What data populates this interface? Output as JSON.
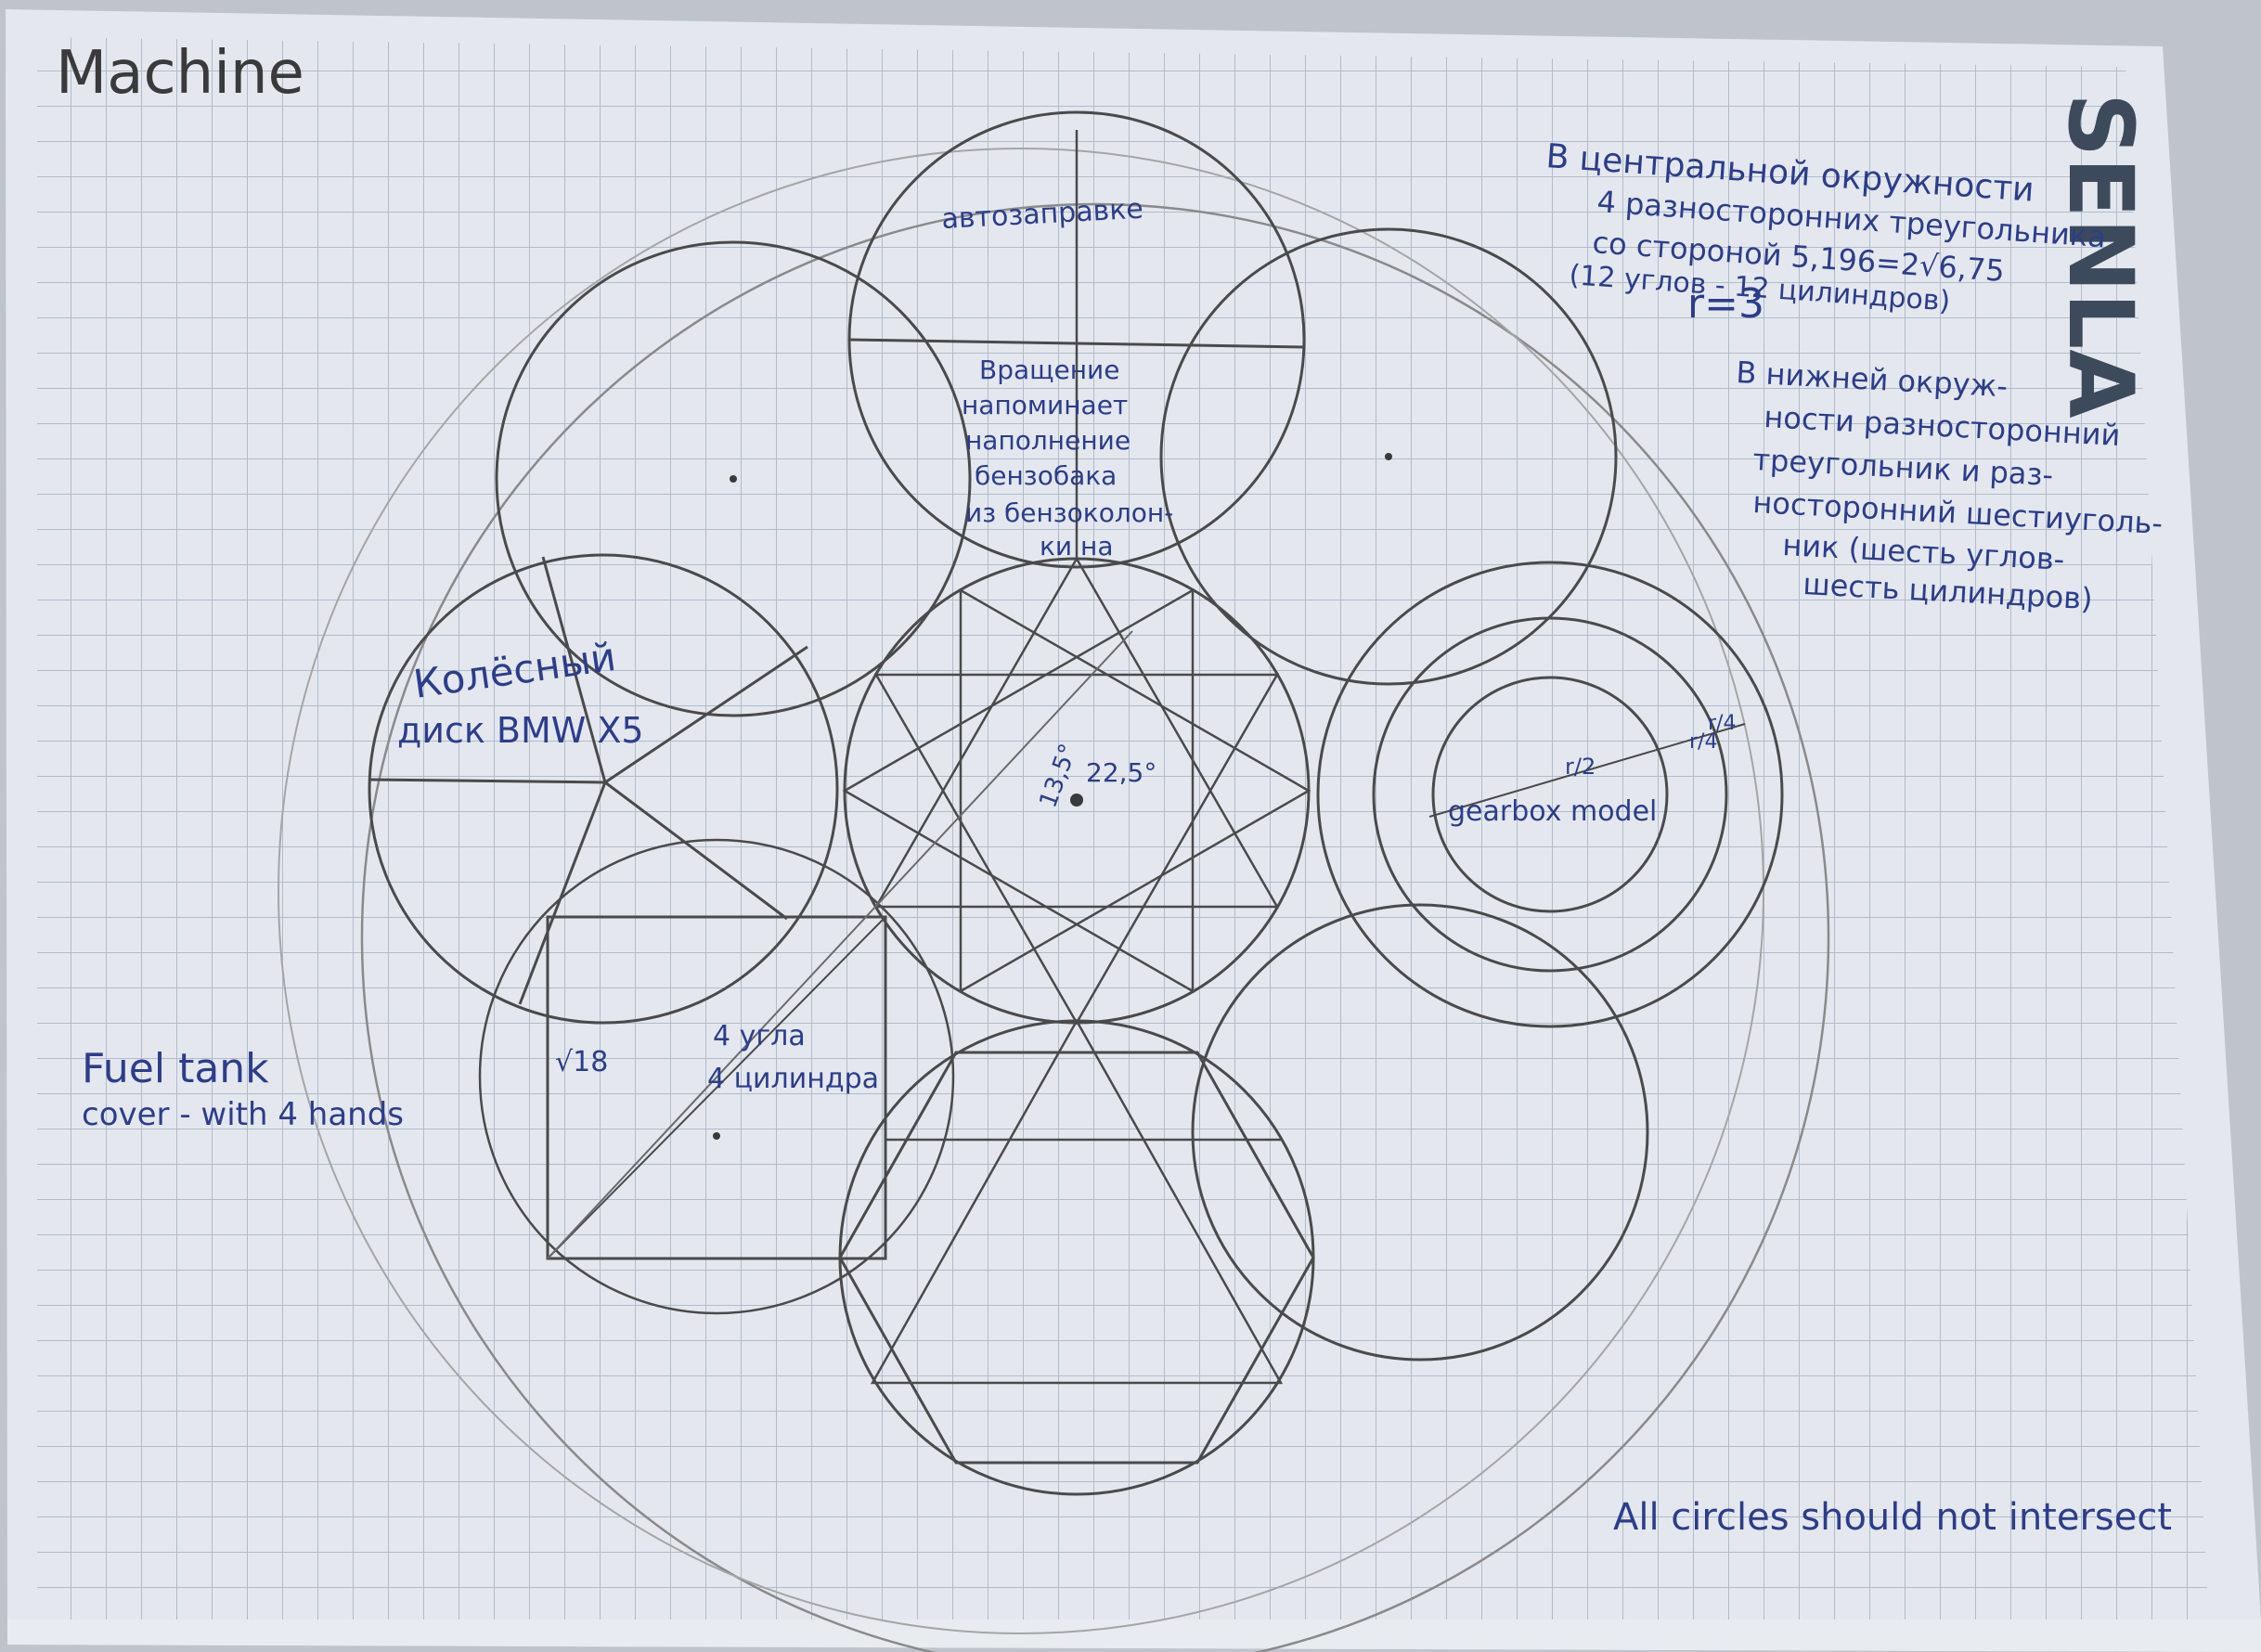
{
  "title": "Machine",
  "brand": "SENLA",
  "notes": {
    "center_circle": [
      "В центральной окружности",
      "4 разносторонних треугольника",
      "со стороной 5,196=2√6,75",
      "(12 углов - 12 цилиндров)"
    ],
    "radius": "r=3",
    "lower_circle": [
      "В нижней окруж-",
      "ности разносторонний",
      "треугольник и раз-",
      "носторонний шестиуголь-",
      "ник (шесть углов-",
      "шесть цилиндров)"
    ],
    "footer": "All circles should not intersect"
  },
  "labels": {
    "top_circle": "автозаправке",
    "rotation": [
      "Вращение",
      "напоминает",
      "наполнение",
      "бензобака",
      "из бензоколон-",
      "ки на"
    ],
    "wheel": [
      "Колёсный",
      "диск BMW X5"
    ],
    "fuel_tank": [
      "Fuel tank",
      "cover - with 4 hands"
    ],
    "square_side": "√18",
    "corners": [
      "4 угла",
      "4 цилиндра"
    ],
    "gearbox": "gearbox model",
    "gear_r2": "r/2",
    "gear_r4a": "r/4",
    "gear_r4b": "r/4",
    "angle_a": "13,5°",
    "angle_b": "22,5°"
  },
  "colors": {
    "paper": "#e4e8ee",
    "grid": "#aab6c6",
    "pencil": "#4a4a4a",
    "ink": "#2b3d8c",
    "brand": "#3d4a5c"
  }
}
